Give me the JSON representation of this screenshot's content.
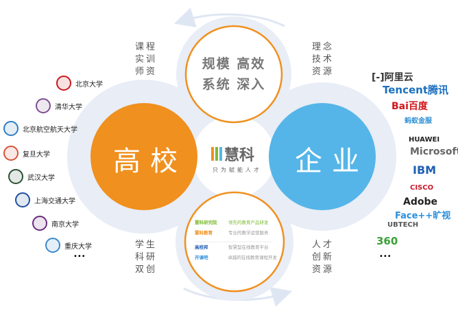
{
  "colors": {
    "orange": "#f0901e",
    "blue": "#55b5e8",
    "halo": "#e8edf6",
    "arrow": "#dfe6f3",
    "green": "#7dbb33"
  },
  "center_logo": {
    "name": "慧科",
    "tagline": "只为赋能人才"
  },
  "university": {
    "label": "高校",
    "top_text": [
      "课程",
      "实训",
      "师资"
    ],
    "bottom_text": [
      "学生",
      "科研",
      "双创"
    ],
    "list": [
      {
        "name": "北京大学",
        "color": "#c8191e"
      },
      {
        "name": "清华大学",
        "color": "#7d4f8e"
      },
      {
        "name": "北京航空航天大学",
        "color": "#2f7dc4"
      },
      {
        "name": "复旦大学",
        "color": "#d9533a"
      },
      {
        "name": "武汉大学",
        "color": "#2a5234"
      },
      {
        "name": "上海交通大学",
        "color": "#1f4f9c"
      },
      {
        "name": "南京大学",
        "color": "#6a2a7e"
      },
      {
        "name": "重庆大学",
        "color": "#3a8acb"
      }
    ],
    "more": "•••"
  },
  "enterprise": {
    "label": "企业",
    "top_text": [
      "理念",
      "技术",
      "资源"
    ],
    "bottom_text": [
      "人才",
      "创新",
      "资源"
    ],
    "list": [
      {
        "name": "[-]阿里云",
        "color": "#333333"
      },
      {
        "name": "Tencent腾讯",
        "color": "#1a6fbf"
      },
      {
        "name": "Bai百度",
        "color": "#d0161b"
      },
      {
        "name": "蚂蚁金服",
        "color": "#2c8fd4"
      },
      {
        "name": "HUAWEI",
        "color": "#222222"
      },
      {
        "name": "Microsoft",
        "color": "#666666"
      },
      {
        "name": "IBM",
        "color": "#1f5fb3"
      },
      {
        "name": "CISCO",
        "color": "#c9182b"
      },
      {
        "name": "Adobe",
        "color": "#222222"
      },
      {
        "name": "Face++旷视",
        "color": "#2b8fdc"
      },
      {
        "name": "UBTECH",
        "color": "#555555"
      },
      {
        "name": "360",
        "color": "#3aa037"
      }
    ],
    "more": "•••"
  },
  "top_circle": {
    "lines": [
      "规模 高效",
      "系统 深入"
    ]
  },
  "bottom_circle": {
    "items": [
      {
        "brand": "慧科研究院",
        "desc": "领先的教育产品研发",
        "desc_color": "#7dbb33"
      },
      {
        "brand": "慧科教育",
        "desc": "专业的教学运营服务",
        "desc_color": "#999999"
      },
      {
        "brand": "高校邦",
        "desc": "智慧型在线教育平台",
        "desc_color": "#999999"
      },
      {
        "brand": "开课吧",
        "desc": "卓越的在线教育课程开发",
        "desc_color": "#999999"
      }
    ]
  }
}
